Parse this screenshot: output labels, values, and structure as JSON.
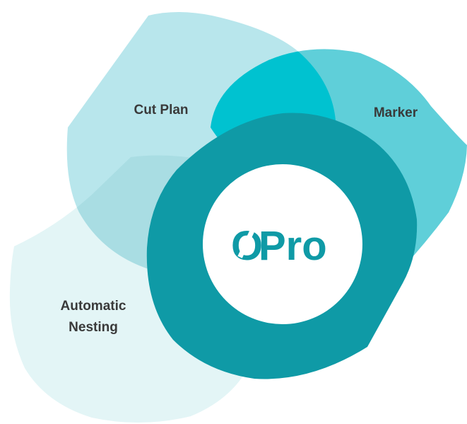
{
  "colors": {
    "cut_plan": "#b8e6ec",
    "marker": "#5fcfd9",
    "nesting": "#e3f5f6",
    "overlap_cut_marker": "#00c2d0",
    "overlap_cut_nesting": "#a9dde3",
    "ring": "#0f9aa6",
    "center": "#ffffff",
    "logo": "#0f9aa6",
    "label": "#3a3a3a"
  },
  "labels": {
    "cut_plan": "Cut Plan",
    "marker": "Marker",
    "nesting_line1": "Automatic",
    "nesting_line2": "Nesting"
  },
  "logo": {
    "prefix": "O",
    "text": "Pro"
  }
}
